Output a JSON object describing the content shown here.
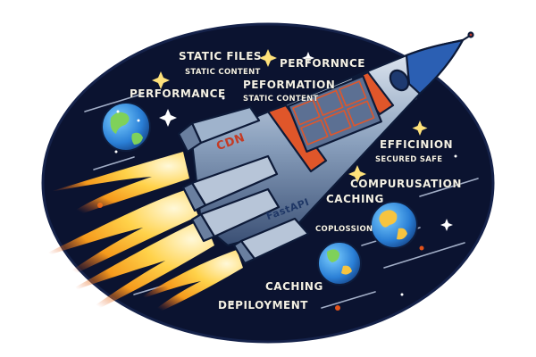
{
  "labels": {
    "static_files": "STATIC FILES",
    "static_content_top": "STATIC CONTENT",
    "perfornnce": "PERFORNNCE",
    "performance": "PERFORMANCE",
    "peformation": "PEFORMATION",
    "static_content_mid": "STATIC CONTENT",
    "efficinion": "EFFICINION",
    "secured_safe": "SECURED SAFE",
    "compurusation": "COMPURUSATION",
    "caching_mid": "CACHING",
    "coplossion": "COPLOSSION",
    "caching_bottom": "CACHING",
    "deployment": "DEPILOYMENT"
  },
  "rocket_text": {
    "cdn": "CDN",
    "fastapi": "FastAPI"
  }
}
